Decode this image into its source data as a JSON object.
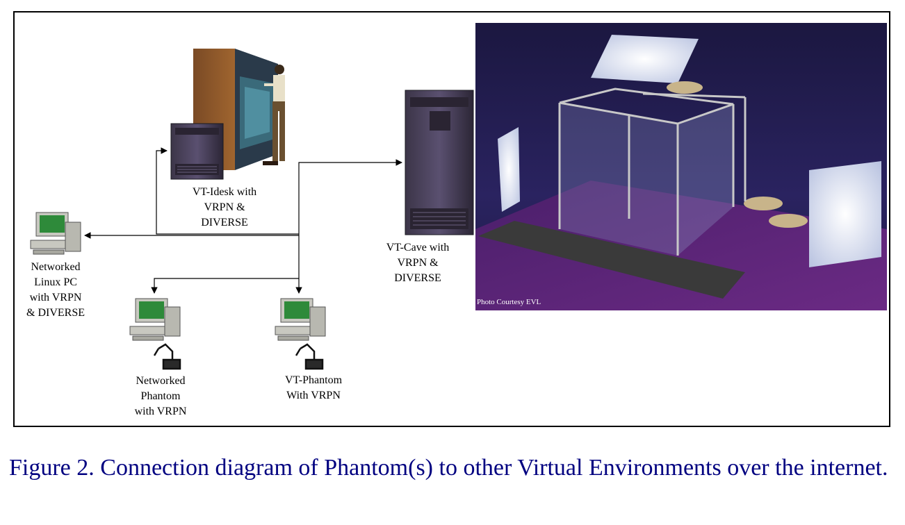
{
  "nodes": {
    "idesk": {
      "label": "VT-Idesk with\nVRPN &\nDIVERSE"
    },
    "cave": {
      "label": "VT-Cave with\nVRPN &\nDIVERSE"
    },
    "linux_pc": {
      "label": "Networked\nLinux PC\nwith VRPN\n& DIVERSE"
    },
    "net_phantom": {
      "label": "Networked\nPhantom\nwith VRPN"
    },
    "vt_phantom": {
      "label": "VT-Phantom\nWith VRPN"
    }
  },
  "photo": {
    "credit": "Photo Courtesy EVL"
  },
  "caption": "Figure 2. Connection diagram of Phantom(s) to other Virtual Environments over the internet.",
  "colors": {
    "caption": "#000080",
    "cave_background": "#1a1a4a",
    "cave_floor": "#5a1f6e"
  },
  "icons": [
    "workstation-icon",
    "tower-computer-icon",
    "desktop-pc-icon",
    "haptic-arm-icon",
    "display-wall-icon",
    "cave-structure-icon"
  ]
}
